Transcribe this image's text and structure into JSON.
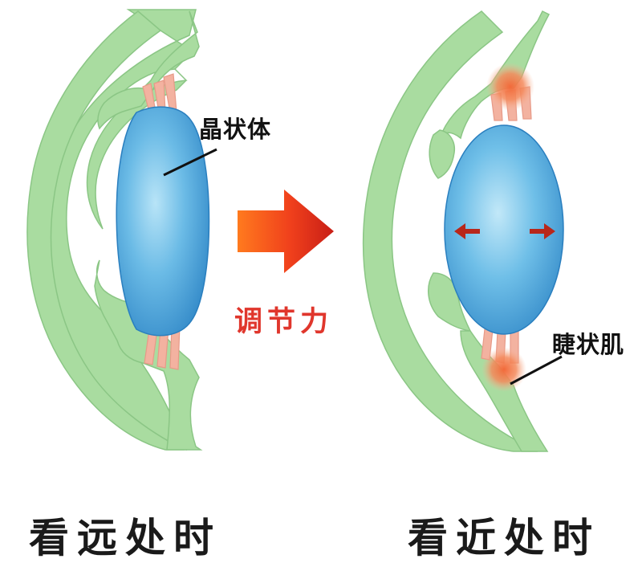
{
  "labels": {
    "lens": "晶状体",
    "ciliary_muscle": "睫状肌",
    "accommodation": "调节力",
    "far_caption": "看远处时",
    "near_caption": "看近处时"
  },
  "colors": {
    "tissue": "#a9dca0",
    "tissue_stroke": "#7fb57a",
    "lens_light": "#a9dcf3",
    "lens_mid": "#5ab0e0",
    "lens_dark": "#2f86c6",
    "zonule": "#f3b2a0",
    "muscle_contracted": "#f07a4e",
    "arrow_dark": "#d42a1a",
    "arrow_light": "#ff6a1a",
    "label_red": "#e0362c"
  },
  "icons": {
    "transition_arrow": "right-arrow-icon",
    "lens_expansion_arrows": "double-headed-arrow-icon"
  }
}
